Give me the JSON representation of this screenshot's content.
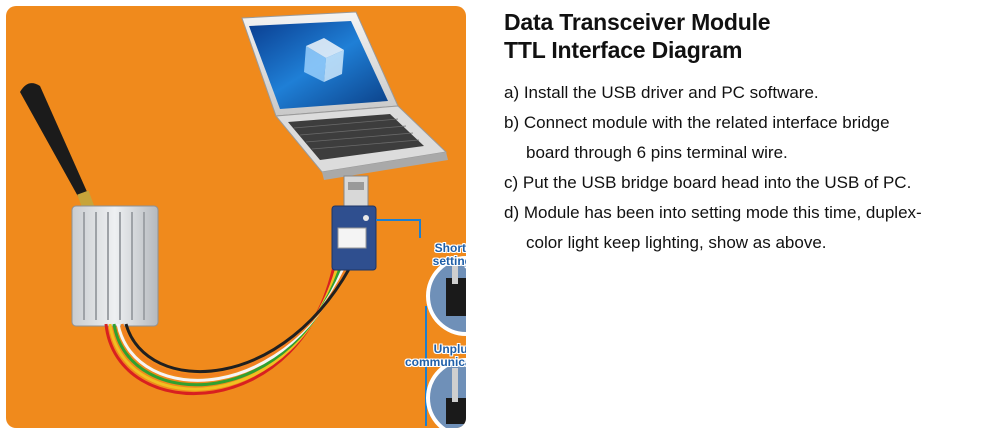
{
  "title": {
    "line1": "Data Transceiver Module",
    "line2": "TTL Interface Diagram"
  },
  "steps": [
    {
      "lines": [
        "a) Install the USB driver and PC software."
      ]
    },
    {
      "lines": [
        "b) Connect module with the related interface bridge",
        "board through 6 pins terminal wire."
      ]
    },
    {
      "lines": [
        "c) Put the USB bridge board head into the USB of PC."
      ]
    },
    {
      "lines": [
        "d) Module has been into setting mode this time, duplex-",
        "color light keep lighting, show as above."
      ]
    }
  ],
  "callouts": {
    "shorted": "Shorted into\nsetting mode",
    "unplug": "Unplug into\ncommunication mode"
  },
  "colors": {
    "panel_background": "#f08a1c",
    "callout_text": "#1f5fa8",
    "connector_line": "#1c7fd0"
  }
}
